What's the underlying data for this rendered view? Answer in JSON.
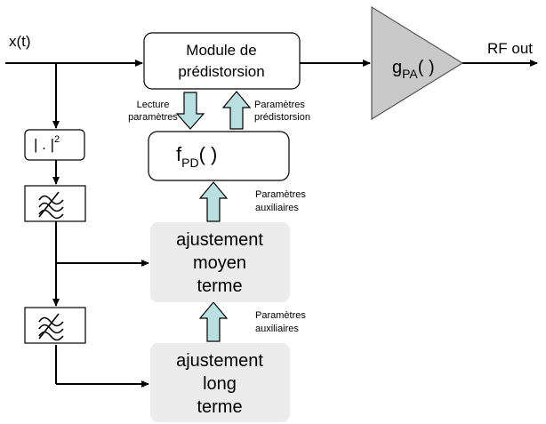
{
  "colors": {
    "stroke": "#000000",
    "box_fill": "#ffffff",
    "grey_fill": "#ececec",
    "amplifier_fill": "#c9c9c9",
    "hollow_arrow_fill": "#b9dfe0"
  },
  "input": {
    "label": "x(t)"
  },
  "output": {
    "label": "RF out"
  },
  "predistortion_module": {
    "line1": "Module de",
    "line2": "prédistorsion"
  },
  "amplifier": {
    "func": "g",
    "subscript": "PA",
    "args": "( )"
  },
  "predistorter_function": {
    "func": "f",
    "subscript": "PD",
    "args": "( )"
  },
  "power_detector": {
    "label": "| . |",
    "superscript": "2"
  },
  "filter_icon": "low-pass-filter-icon",
  "arrow_labels": {
    "read_params": [
      "Lecture",
      "paramètres"
    ],
    "predistortion_params": [
      "Paramètres",
      "prédistorsion"
    ],
    "aux_params_upper": [
      "Paramètres",
      "auxiliaires"
    ],
    "aux_params_lower": [
      "Paramètres",
      "auxiliaires"
    ]
  },
  "medium_term_block": {
    "lines": [
      "ajustement",
      "moyen",
      "terme"
    ]
  },
  "long_term_block": {
    "lines": [
      "ajustement",
      "long",
      "terme"
    ]
  }
}
